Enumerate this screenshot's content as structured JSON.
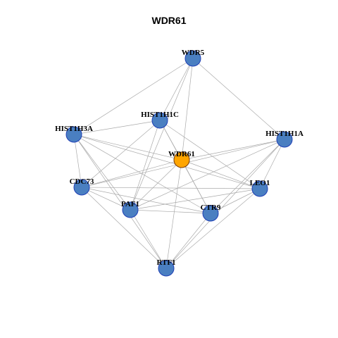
{
  "title": "WDR61",
  "colors": {
    "node": "#4a7fc1",
    "hub": "#ffa500",
    "edge": "#aaaaaa"
  },
  "nodes": [
    {
      "id": "WDR5",
      "label": "WDR5",
      "hub": false
    },
    {
      "id": "HIST1H1C",
      "label": "HIST1H1C",
      "hub": false
    },
    {
      "id": "HIST1H3A",
      "label": "HIST1H3A",
      "hub": false
    },
    {
      "id": "HIST1H1A",
      "label": "HIST1H1A",
      "hub": false
    },
    {
      "id": "WDR61",
      "label": "WDR61",
      "hub": true
    },
    {
      "id": "CDC73",
      "label": "CDC73",
      "hub": false
    },
    {
      "id": "LEO1",
      "label": "LEO1",
      "hub": false
    },
    {
      "id": "PAF1",
      "label": "PAF1",
      "hub": false
    },
    {
      "id": "CTR9",
      "label": "CTR9",
      "hub": false
    },
    {
      "id": "RTF1",
      "label": "RTF1",
      "hub": false
    }
  ],
  "edges": [
    [
      "WDR5",
      "HIST1H3A"
    ],
    [
      "WDR5",
      "HIST1H1C"
    ],
    [
      "WDR5",
      "WDR61"
    ],
    [
      "WDR5",
      "HIST1H1A"
    ],
    [
      "WDR5",
      "PAF1"
    ],
    [
      "HIST1H1C",
      "HIST1H3A"
    ],
    [
      "HIST1H1C",
      "WDR61"
    ],
    [
      "HIST1H1C",
      "CDC73"
    ],
    [
      "HIST1H1C",
      "PAF1"
    ],
    [
      "HIST1H1C",
      "CTR9"
    ],
    [
      "HIST1H1C",
      "LEO1"
    ],
    [
      "HIST1H3A",
      "WDR61"
    ],
    [
      "HIST1H3A",
      "CDC73"
    ],
    [
      "HIST1H3A",
      "PAF1"
    ],
    [
      "HIST1H3A",
      "CTR9"
    ],
    [
      "HIST1H3A",
      "LEO1"
    ],
    [
      "HIST1H3A",
      "RTF1"
    ],
    [
      "HIST1H1A",
      "WDR61"
    ],
    [
      "HIST1H1A",
      "CDC73"
    ],
    [
      "HIST1H1A",
      "PAF1"
    ],
    [
      "HIST1H1A",
      "CTR9"
    ],
    [
      "HIST1H1A",
      "LEO1"
    ],
    [
      "HIST1H1A",
      "RTF1"
    ],
    [
      "WDR61",
      "CDC73"
    ],
    [
      "WDR61",
      "PAF1"
    ],
    [
      "WDR61",
      "CTR9"
    ],
    [
      "WDR61",
      "LEO1"
    ],
    [
      "WDR61",
      "RTF1"
    ],
    [
      "CDC73",
      "PAF1"
    ],
    [
      "CDC73",
      "CTR9"
    ],
    [
      "CDC73",
      "LEO1"
    ],
    [
      "CDC73",
      "RTF1"
    ],
    [
      "PAF1",
      "CTR9"
    ],
    [
      "PAF1",
      "LEO1"
    ],
    [
      "PAF1",
      "RTF1"
    ],
    [
      "CTR9",
      "LEO1"
    ],
    [
      "CTR9",
      "RTF1"
    ],
    [
      "LEO1",
      "RTF1"
    ]
  ]
}
